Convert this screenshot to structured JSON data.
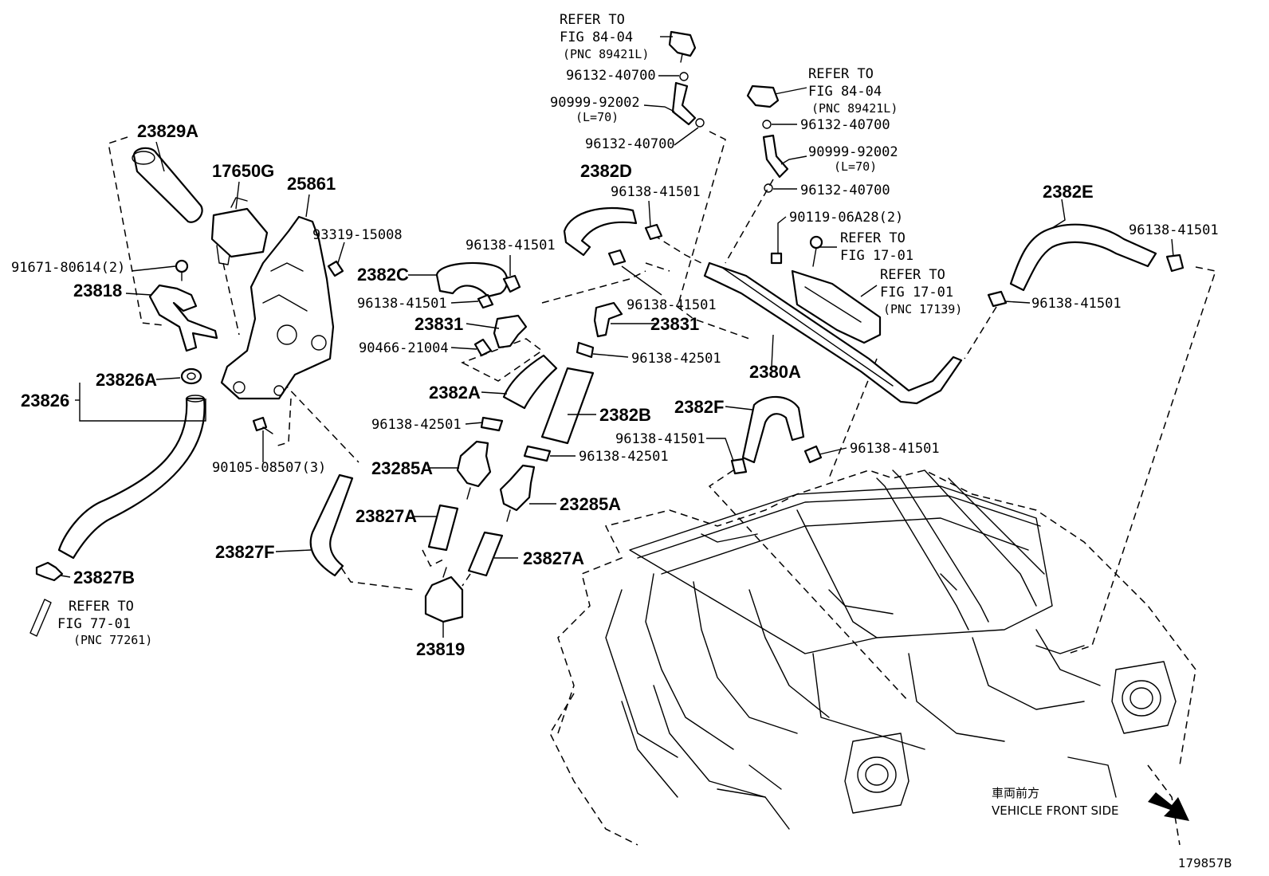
{
  "diagram_id": "179857B",
  "front_side": {
    "jp": "車両前方",
    "en": "VEHICLE FRONT SIDE"
  },
  "labels": {
    "p23829A": "23829A",
    "p17650G": "17650G",
    "p25861": "25861",
    "p93319": "93319-15008",
    "p91671": "91671-80614(2)",
    "p23818": "23818",
    "p23826": "23826",
    "p23826A": "23826A",
    "p90105": "90105-08507(3)",
    "p23827B": "23827B",
    "ref77_1": "REFER TO",
    "ref77_2": "FIG 77-01",
    "ref77_3": "(PNC 77261)",
    "ref84a_1": "REFER TO",
    "ref84a_2": "FIG 84-04",
    "ref84a_3": "(PNC 89421L)",
    "p96132a": "96132-40700",
    "p90999a": "90999-92002",
    "p90999a_len": "(L=70)",
    "p96132b": "96132-40700",
    "p2382D": "2382D",
    "p96138a": "96138-41501",
    "p96138b": "96138-41501",
    "p2382C": "2382C",
    "p96138c": "96138-41501",
    "p96138d": "96138-41501",
    "p23831a": "23831",
    "p23831b": "23831",
    "p90466": "90466-21004",
    "p96138_42a": "96138-42501",
    "p2382A": "2382A",
    "p2382B": "2382B",
    "p96138_42b": "96138-42501",
    "p96138_42c": "96138-42501",
    "p23285Aa": "23285A",
    "p23285Ab": "23285A",
    "p23827Aa": "23827A",
    "p23827Ab": "23827A",
    "p23827F": "23827F",
    "p23819": "23819",
    "ref84b_1": "REFER TO",
    "ref84b_2": "FIG 84-04",
    "ref84b_3": "(PNC 89421L)",
    "p96132c": "96132-40700",
    "p90999b": "90999-92002",
    "p90999b_len": "(L=70)",
    "p96132d": "96132-40700",
    "p90119": "90119-06A28(2)",
    "ref17a_1": "REFER TO",
    "ref17a_2": "FIG 17-01",
    "ref17b_1": "REFER TO",
    "ref17b_2": "FIG 17-01",
    "ref17b_3": "(PNC 17139)",
    "p2380A": "2380A",
    "p2382E": "2382E",
    "p96138e": "96138-41501",
    "p96138f": "96138-41501",
    "p2382F": "2382F",
    "p96138g": "96138-41501",
    "p96138h": "96138-41501"
  }
}
